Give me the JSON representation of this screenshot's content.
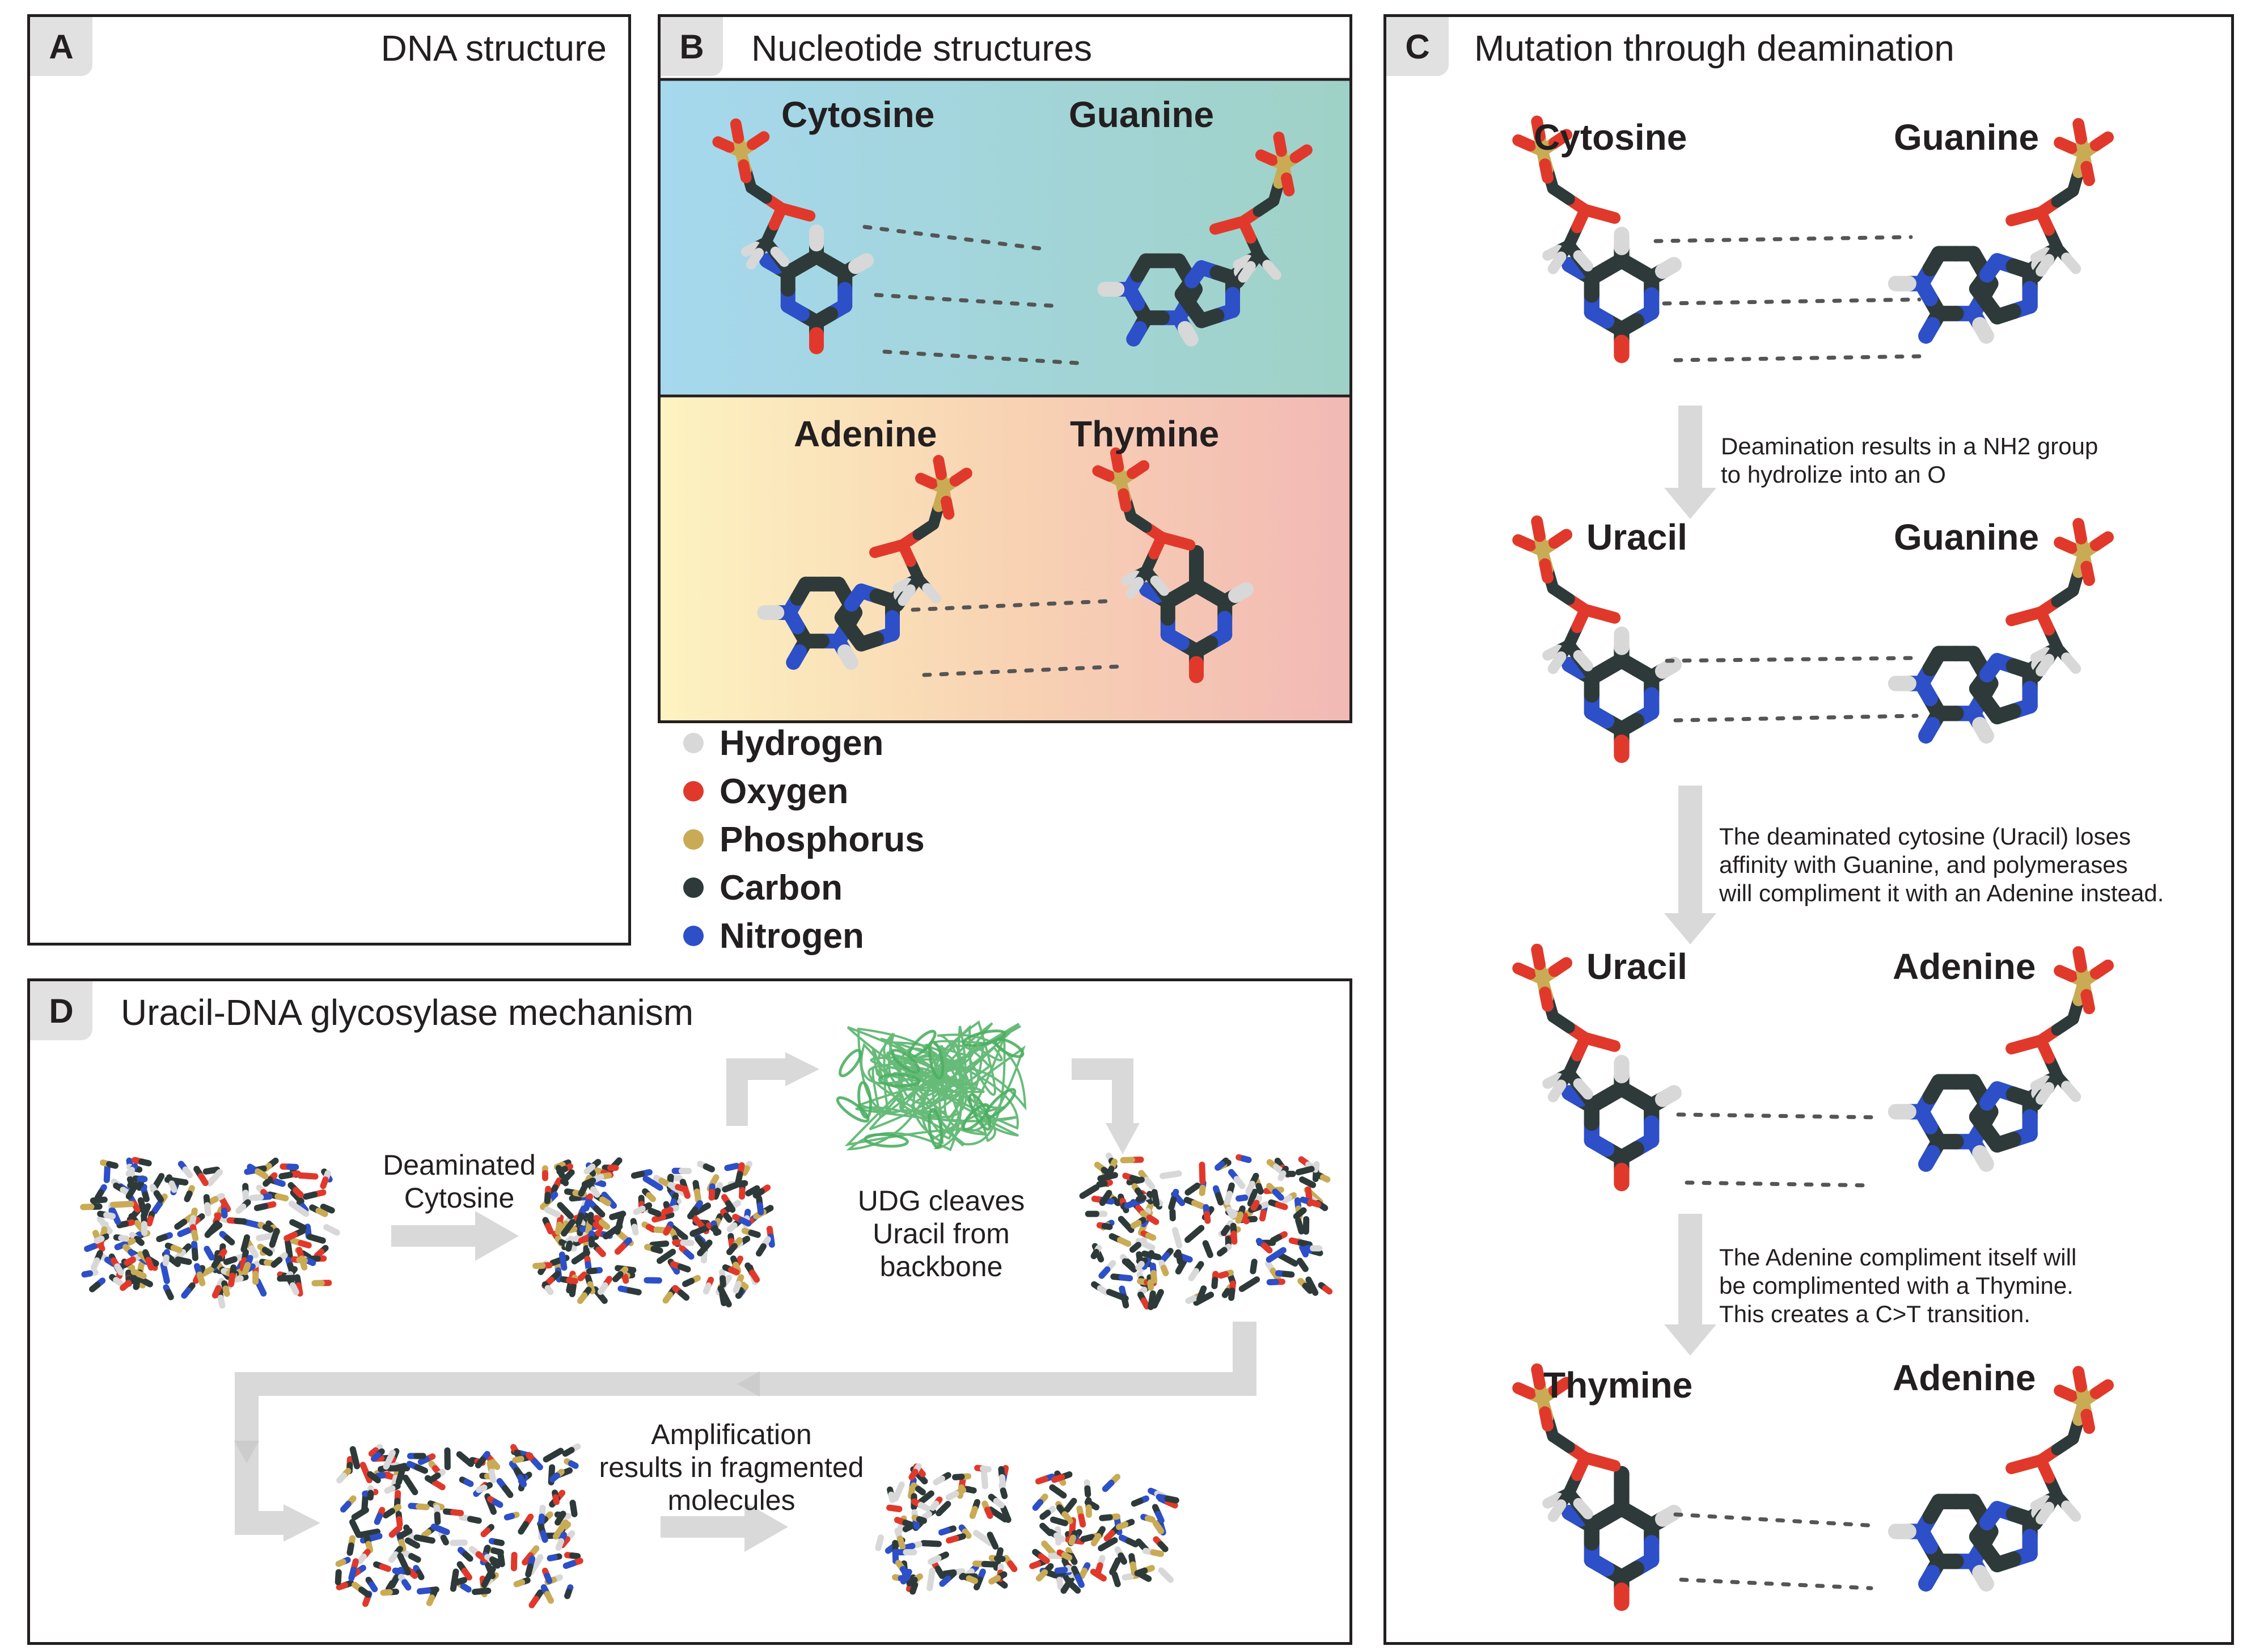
{
  "panels": {
    "a": {
      "letter": "A",
      "title": "DNA structure"
    },
    "b": {
      "letter": "B",
      "title": "Nucleotide structures",
      "pair1": {
        "left": "Cytosine",
        "right": "Guanine"
      },
      "pair2": {
        "left": "Adenine",
        "right": "Thymine"
      }
    },
    "c": {
      "letter": "C",
      "title": "Mutation through deamination",
      "row1": {
        "left": "Cytosine",
        "right": "Guanine"
      },
      "row2": {
        "left": "Uracil",
        "right": "Guanine"
      },
      "row3": {
        "left": "Uracil",
        "right": "Adenine"
      },
      "row4": {
        "left": "Thymine",
        "right": "Adenine"
      },
      "step1": "Deamination results in a NH2 group\nto hydrolize into an O",
      "step2": "The deaminated cytosine (Uracil) loses\naffinity with Guanine, and polymerases\nwill compliment it with an Adenine instead.",
      "step3": "The Adenine compliment itself will\nbe complimented with a Thymine.\nThis creates a C>T transition."
    },
    "d": {
      "letter": "D",
      "title": "Uracil-DNA glycosylase mechanism",
      "label1": "Deaminated\nCytosine",
      "label2": "UDG cleaves\nUracil from\nbackbone",
      "label3": "Amplification\nresults in fragmented\nmolecules"
    }
  },
  "legend": [
    {
      "label": "Hydrogen",
      "color": "#d8d8d8"
    },
    {
      "label": "Oxygen",
      "color": "#e0392b"
    },
    {
      "label": "Phosphorus",
      "color": "#c9ab55"
    },
    {
      "label": "Carbon",
      "color": "#2e3a3a"
    },
    {
      "label": "Nitrogen",
      "color": "#2d4fc7"
    }
  ],
  "colors": {
    "hydrogen": "#d8d8d8",
    "oxygen": "#e0392b",
    "phosphorus": "#c9ab55",
    "carbon": "#2e3a3a",
    "nitrogen": "#2d4fc7",
    "arrow": "#d9d9d9",
    "protein": "#4caf62",
    "frame": "#231f20"
  }
}
